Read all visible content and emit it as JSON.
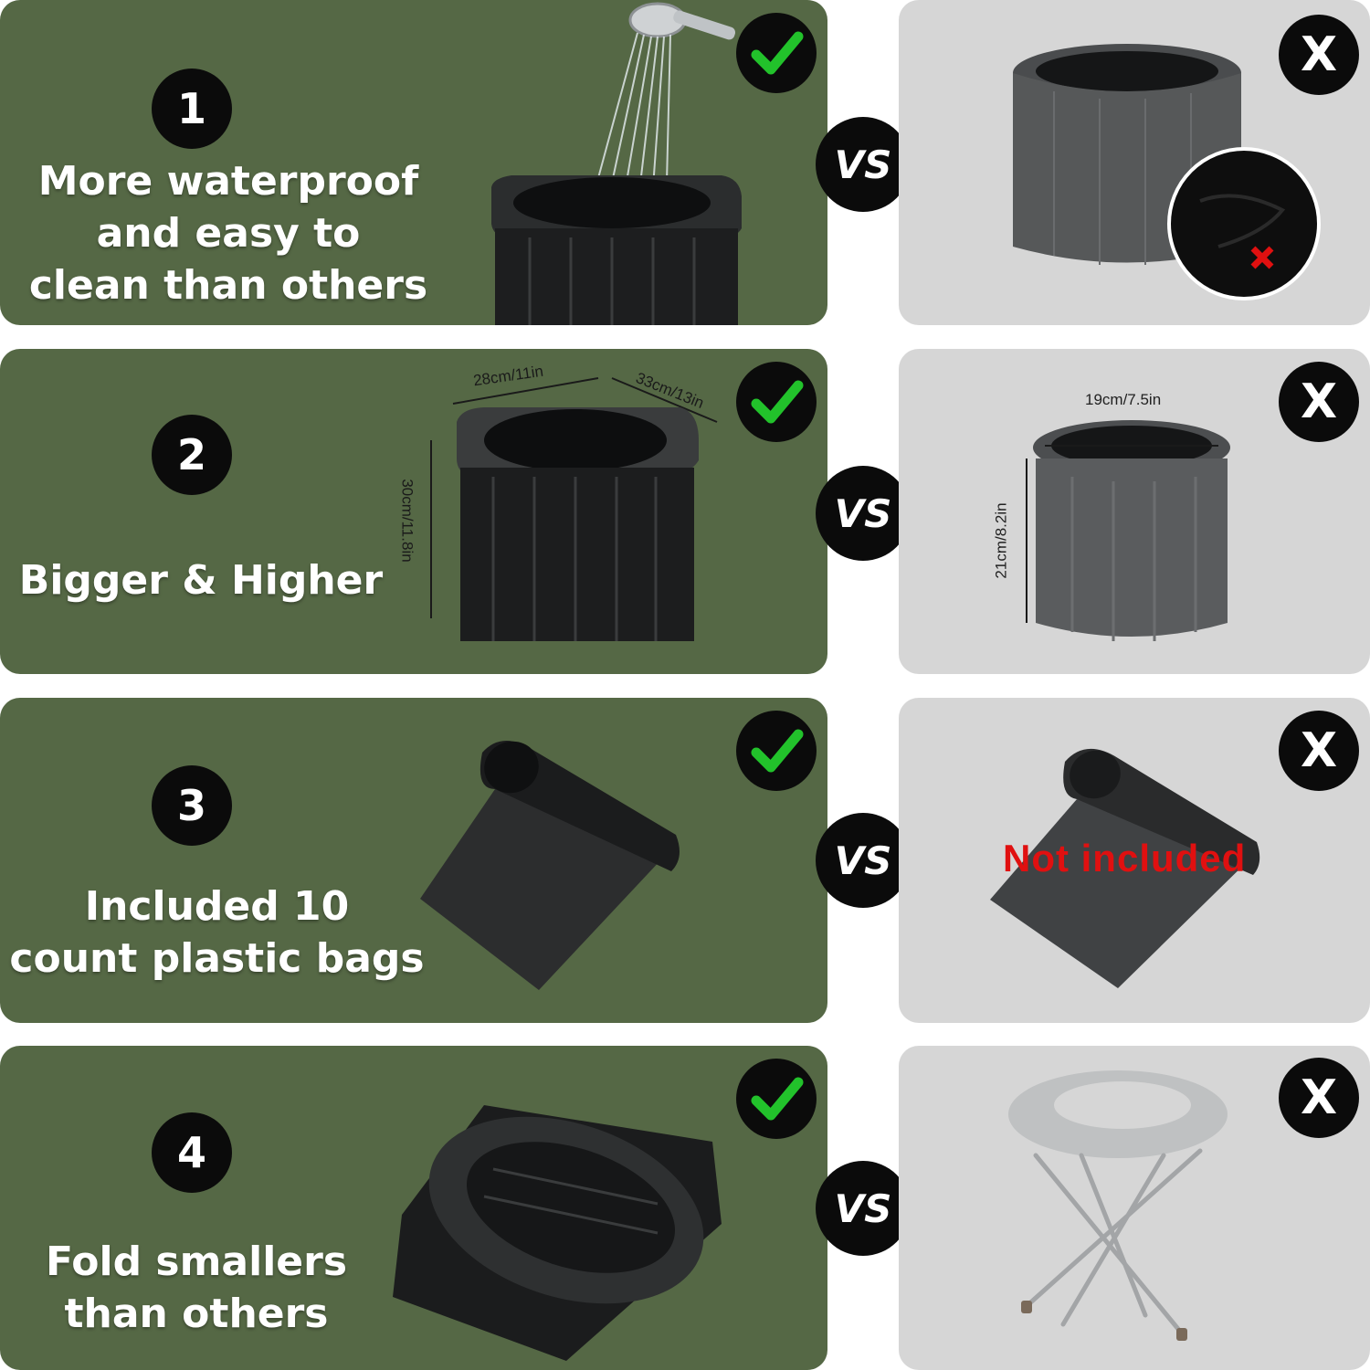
{
  "colors": {
    "left_panel": "#556845",
    "right_panel": "#d6d6d6",
    "badge": "#0b0b0b",
    "check": "#22c22b",
    "cross_red": "#e01010"
  },
  "vs_label": "VS",
  "x_label": "X",
  "rows": [
    {
      "number": "1",
      "feature_text": "More waterproof\nand easy to\nclean than others",
      "left_icon": "check-icon",
      "right_icon": "x-icon",
      "product_left": "folding-toilet-under-shower",
      "product_right": "round-fabric-toilet-with-fabric-closeup"
    },
    {
      "number": "2",
      "feature_text": "Bigger & Higher",
      "dims_left": {
        "width": "28cm/11in",
        "depth": "33cm/13in",
        "height": "30cm/11.8in"
      },
      "dims_right": {
        "width": "19cm/7.5in",
        "height": "21cm/8.2in"
      },
      "left_icon": "check-icon",
      "right_icon": "x-icon"
    },
    {
      "number": "3",
      "feature_text": "Included 10\ncount plastic bags",
      "right_overlay": "Not included",
      "left_icon": "check-icon",
      "right_icon": "x-icon"
    },
    {
      "number": "4",
      "feature_text": "Fold smallers\nthan others",
      "left_icon": "check-icon",
      "right_icon": "x-icon",
      "product_left": "folded-toilet-flat",
      "product_right": "folding-stool-toilet"
    }
  ]
}
